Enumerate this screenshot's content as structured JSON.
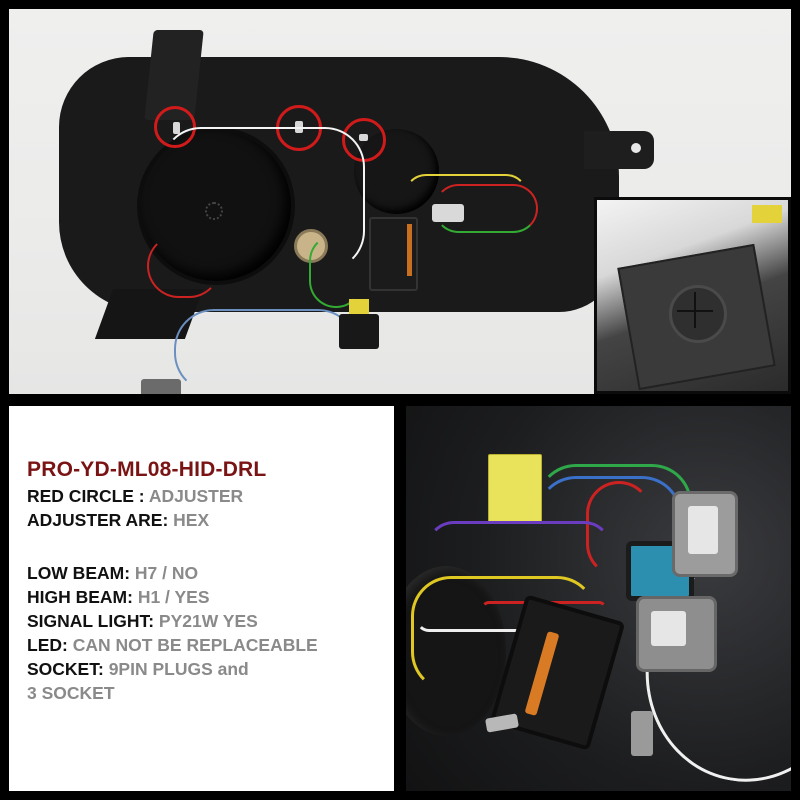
{
  "product": {
    "part_number": "PRO-YD-ML08-HID-DRL",
    "title_color": "#7a1414"
  },
  "specs": [
    {
      "label": "RED CIRCLE : ",
      "value": "ADJUSTER",
      "value_color": "#8a8a8a"
    },
    {
      "label": "ADJUSTER ARE: ",
      "value": "HEX",
      "value_color": "#8a8a8a"
    },
    {
      "label": "LOW BEAM:  ",
      "value": "H7 / NO",
      "value_color": "#8a8a8a"
    },
    {
      "label": "HIGH BEAM:  ",
      "value": "H1 / YES",
      "value_color": "#8a8a8a"
    },
    {
      "label": "SIGNAL LIGHT:  ",
      "value": "PY21W YES",
      "value_color": "#8a8a8a"
    },
    {
      "label": "LED: ",
      "value": "CAN NOT BE REPLACEABLE",
      "value_color": "#8a8a8a"
    },
    {
      "label": "SOCKET:  ",
      "value": "9PIN  PLUGS",
      "value_suffix": " and",
      "value_color": "#8a8a8a"
    },
    {
      "label": "",
      "value": "3 SOCKET",
      "value_color": "#8a8a8a"
    }
  ],
  "photos": {
    "top": {
      "subject": "headlight rear view with adjusters circled in red",
      "red_circles": 3
    },
    "inset": {
      "subject": "bulb access cover close-up"
    },
    "bottom": {
      "subject": "wiring harness connectors close-up"
    }
  },
  "colors": {
    "frame": "#000000",
    "text_panel_bg": "#ffffff",
    "photo_bg": "#ebebea",
    "circle_red": "#d11a1a"
  }
}
